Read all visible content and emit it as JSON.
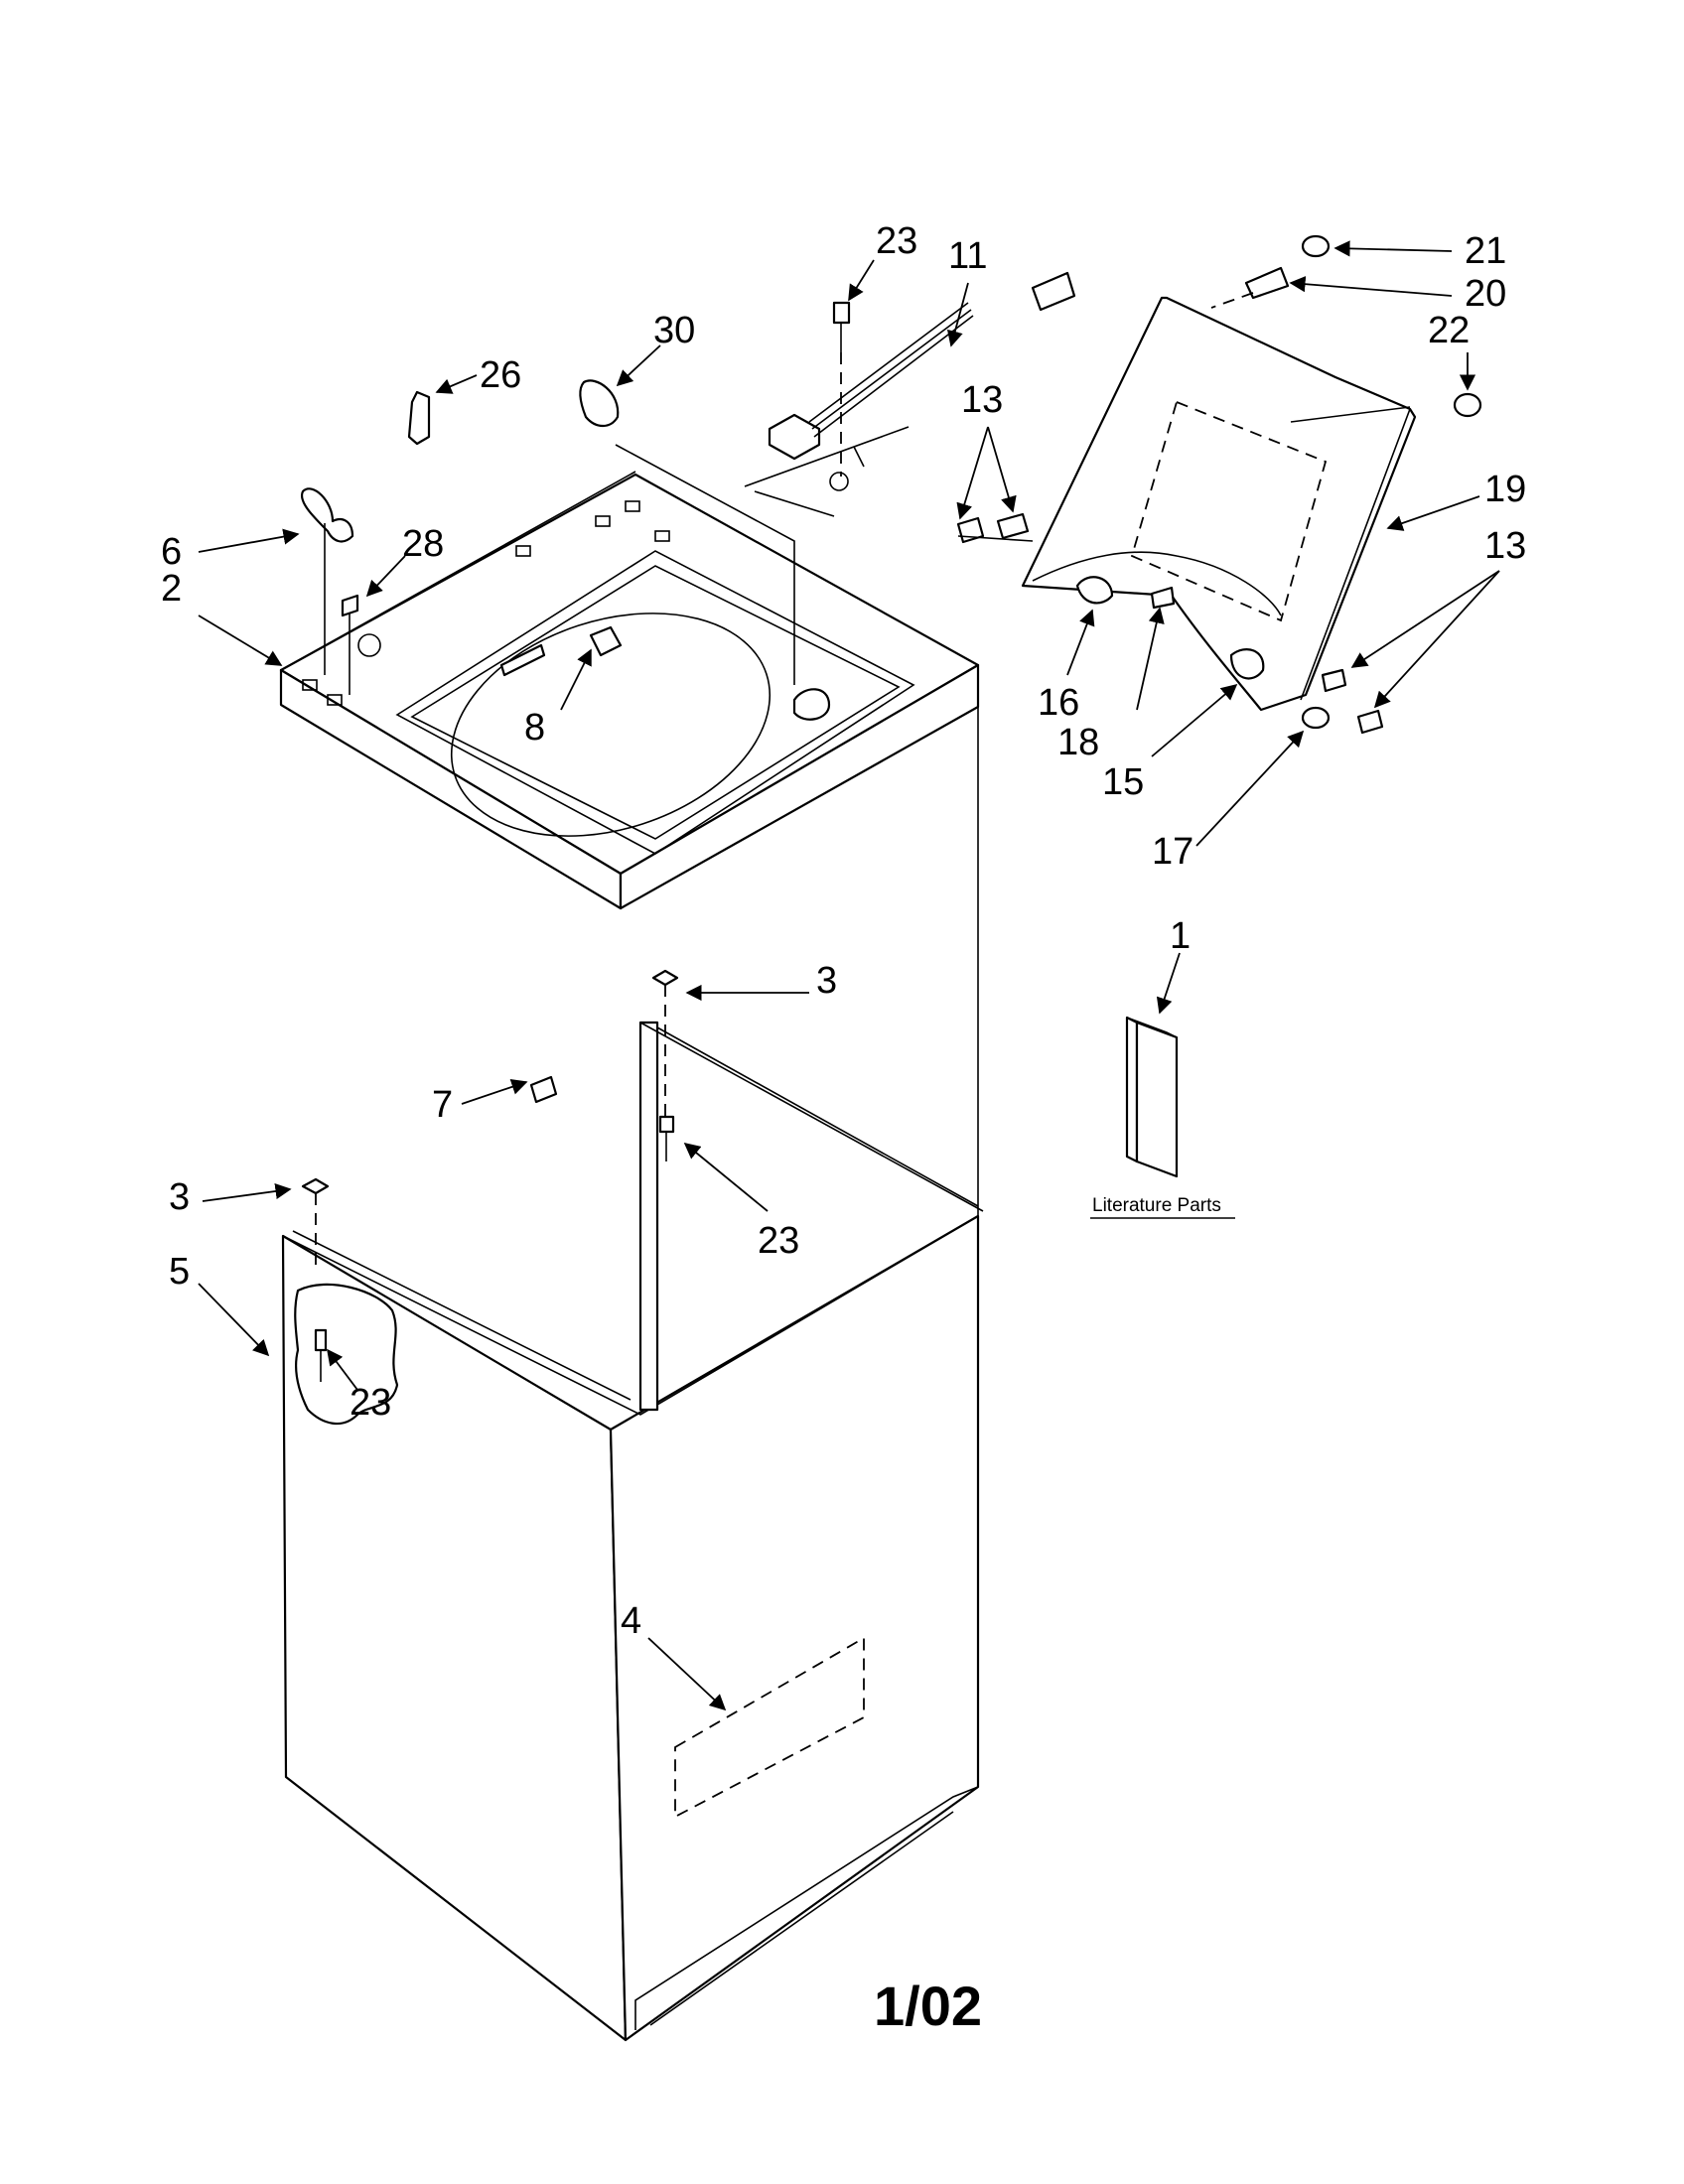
{
  "diagram": {
    "page_number": "1/02",
    "literature_label": "Literature Parts",
    "callouts": {
      "c1": "1",
      "c2": "2",
      "c3a": "3",
      "c3b": "3",
      "c4": "4",
      "c5": "5",
      "c6": "6",
      "c7": "7",
      "c8": "8",
      "c11": "11",
      "c13a": "13",
      "c13b": "13",
      "c15": "15",
      "c16": "16",
      "c17": "17",
      "c18": "18",
      "c19": "19",
      "c20": "20",
      "c21": "21",
      "c22": "22",
      "c23a": "23",
      "c23b": "23",
      "c23c": "23",
      "c26": "26",
      "c28": "28",
      "c30": "30"
    }
  }
}
